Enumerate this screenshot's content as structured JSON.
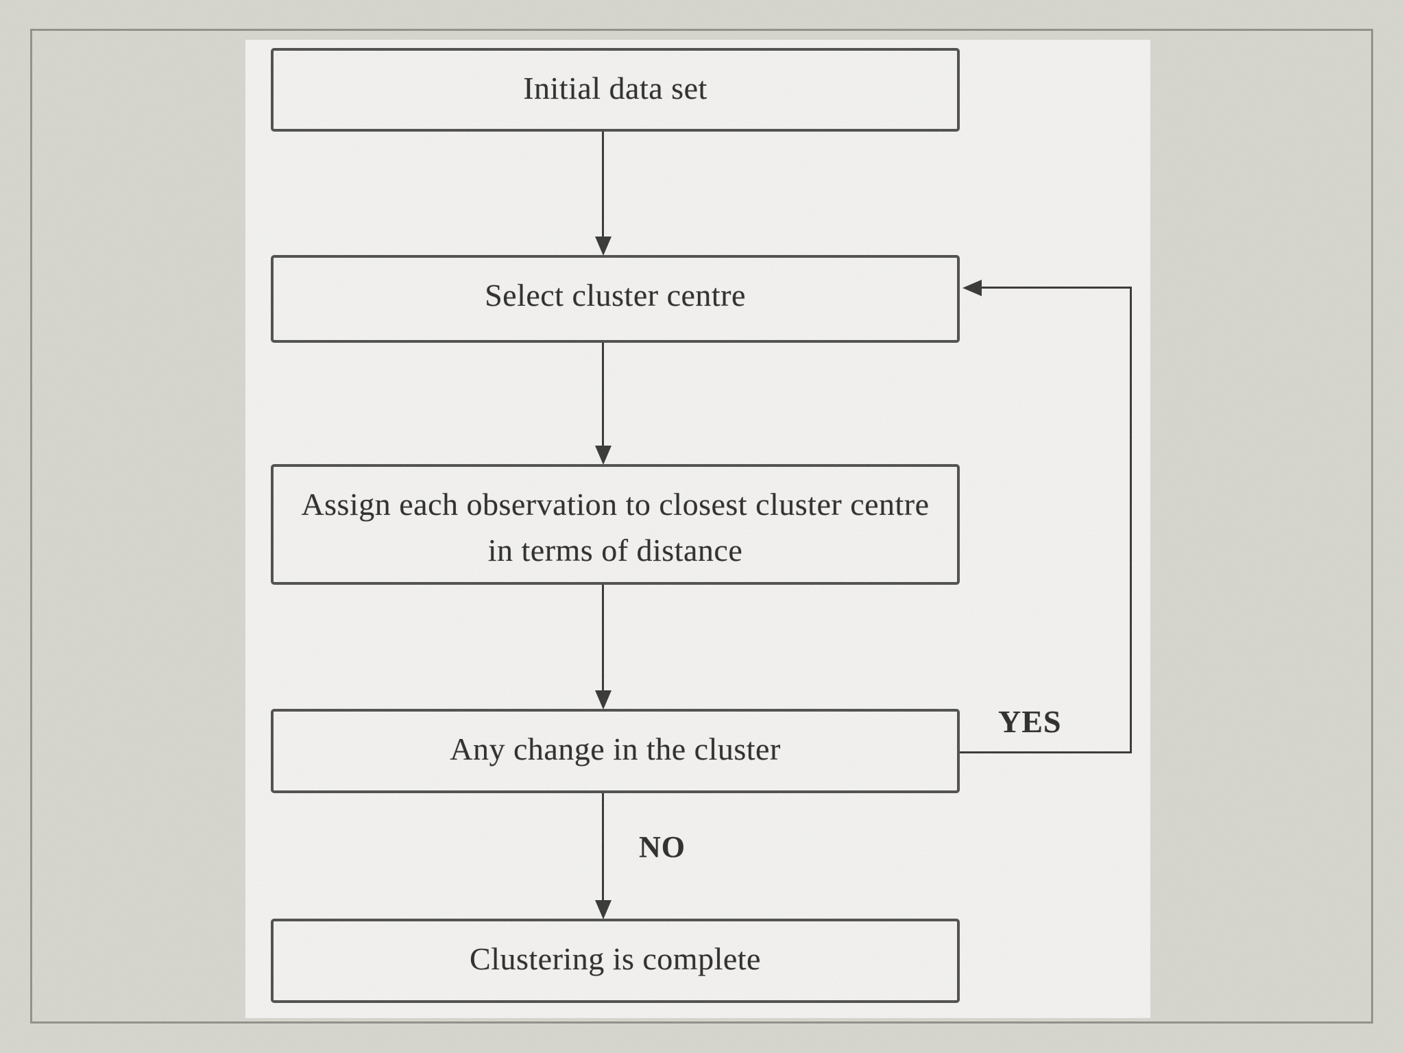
{
  "diagram": {
    "nodes": [
      {
        "id": "initial-data-set",
        "label": "Initial data set"
      },
      {
        "id": "select-cluster-centre",
        "label": "Select cluster centre"
      },
      {
        "id": "assign-observations",
        "label": "Assign each observation to closest cluster centre in terms of distance"
      },
      {
        "id": "any-change-in-cluster",
        "label": "Any change in the cluster"
      },
      {
        "id": "clustering-complete",
        "label": "Clustering is complete"
      }
    ],
    "edges": [
      {
        "from": 0,
        "to": 1,
        "label": ""
      },
      {
        "from": 1,
        "to": 2,
        "label": ""
      },
      {
        "from": 2,
        "to": 3,
        "label": ""
      },
      {
        "from": 3,
        "to": 1,
        "label": "YES"
      },
      {
        "from": 3,
        "to": 4,
        "label": "NO"
      }
    ],
    "colors": {
      "background": "#dcdcd4",
      "panel": "#fdfcfc",
      "box_border": "#3e3e3e",
      "line": "#222222",
      "frame_border": "#8b8b84",
      "text": "#161616"
    }
  }
}
